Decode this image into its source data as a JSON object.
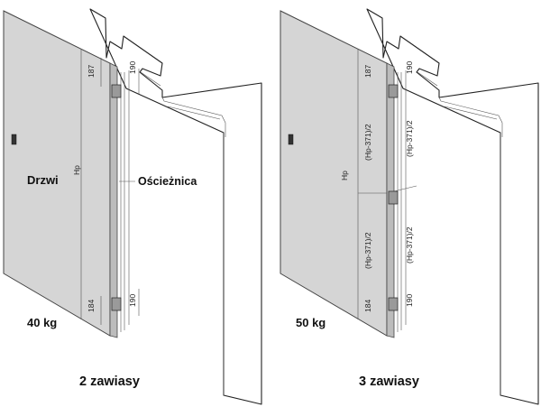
{
  "left": {
    "door_label": "Drzwi",
    "frame_label": "Ościeżnica",
    "weight": "40 kg",
    "caption": "2 zawiasy",
    "dims": {
      "hp": "Hp",
      "top_left": "187",
      "top_right": "190",
      "bottom_left": "184",
      "bottom_right": "190"
    }
  },
  "right": {
    "weight": "50 kg",
    "caption": "3 zawiasy",
    "dims": {
      "hp": "Hp",
      "top_left": "187",
      "top_right": "190",
      "mid_upper_left": "(Hp-371)/2",
      "mid_upper_right": "(Hp-371)/2",
      "mid_lower_left": "(Hp-371)/2",
      "mid_lower_right": "(Hp-371)/2",
      "bottom_left": "184",
      "bottom_right": "190"
    }
  }
}
